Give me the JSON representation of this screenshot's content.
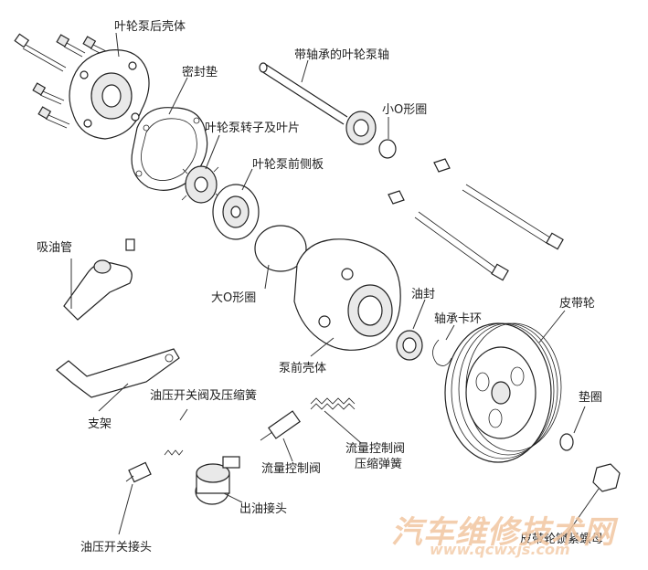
{
  "labels": {
    "rear_housing": "叶轮泵后壳体",
    "gasket": "密封垫",
    "shaft_with_bearing": "带轴承的叶轮泵轴",
    "small_o_ring": "小O形圈",
    "rotor_vanes": "叶轮泵转子及叶片",
    "front_side_plate": "叶轮泵前侧板",
    "suction_pipe": "吸油管",
    "large_o_ring": "大O形圈",
    "oil_seal": "油封",
    "bearing_snap_ring": "轴承卡环",
    "pulley": "皮带轮",
    "front_housing": "泵前壳体",
    "bracket": "支架",
    "pressure_switch_valve_spring": "油压开关阀及压缩簧",
    "washer": "垫圈",
    "flow_control_valve_spring_l1": "流量控制阀",
    "flow_control_valve_spring_l2": "压缩弹簧",
    "flow_control_valve": "流量控制阀",
    "outlet_fitting": "出油接头",
    "pressure_switch_fitting": "油压开关接头",
    "pulley_lock_nut": "皮带轮锁紧螺母"
  },
  "watermark": {
    "text": "汽车维修技术网",
    "url": "www.qcwxjs.com"
  }
}
